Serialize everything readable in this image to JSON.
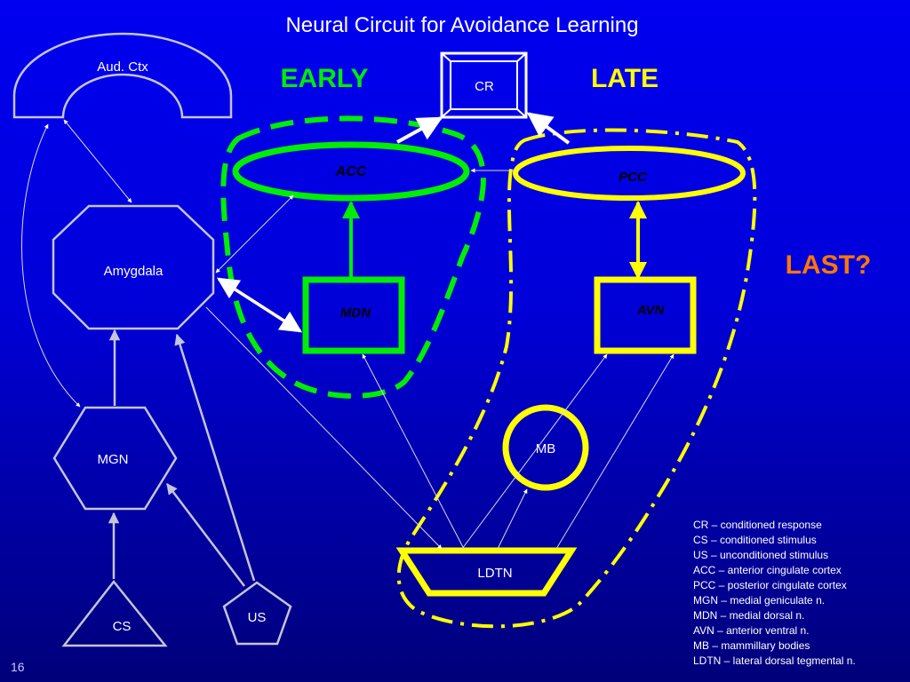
{
  "title": "Neural Circuit for Avoidance Learning",
  "phases": {
    "early": "EARLY",
    "late": "LATE",
    "last": "LAST?"
  },
  "nodes": {
    "aud_ctx": "Aud. Ctx",
    "cr": "CR",
    "acc": "ACC",
    "pcc": "PCC",
    "amygdala": "Amygdala",
    "mdn": "MDN",
    "avn": "AVN",
    "mgn": "MGN",
    "mb": "MB",
    "ldtn": "LDTN",
    "cs": "CS",
    "us": "US"
  },
  "legend": [
    "CR – conditioned response",
    "CS – conditioned stimulus",
    "US – unconditioned stimulus",
    "ACC – anterior cingulate cortex",
    "PCC – posterior cingulate cortex",
    "MGN – medial geniculate n.",
    "MDN – medial dorsal n.",
    "AVN – anterior ventral n.",
    "MB – mammillary bodies",
    "LDTN – lateral dorsal tegmental n."
  ],
  "page_number": "16",
  "colors": {
    "early": "#00ee00",
    "late": "#ffff00",
    "last": "#ff7700",
    "shape_outline": "#c4c4dc",
    "background_top": "#0000f0",
    "background_bottom": "#00007a"
  }
}
